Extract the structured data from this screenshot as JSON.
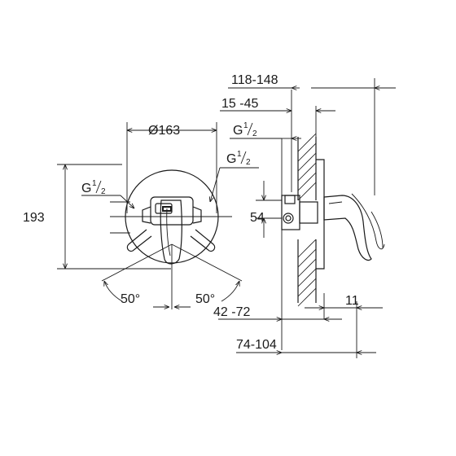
{
  "front_view": {
    "diameter_label": "Ø163",
    "height_label": "193",
    "inlet_left": {
      "g": "G",
      "num": "1",
      "den": "2"
    },
    "inlet_right": {
      "g": "G",
      "num": "1",
      "den": "2"
    },
    "angle_left": "50°",
    "angle_right": "50°"
  },
  "side_view": {
    "dim_total_depth": "118-148",
    "dim_wall_depth": "15 -45",
    "inlet_top": {
      "g": "G",
      "num": "1",
      "den": "2"
    },
    "dim_inlet_spacing": "54",
    "dim_body": "42 -72",
    "dim_plate": "11",
    "dim_outlet": "74-104"
  }
}
